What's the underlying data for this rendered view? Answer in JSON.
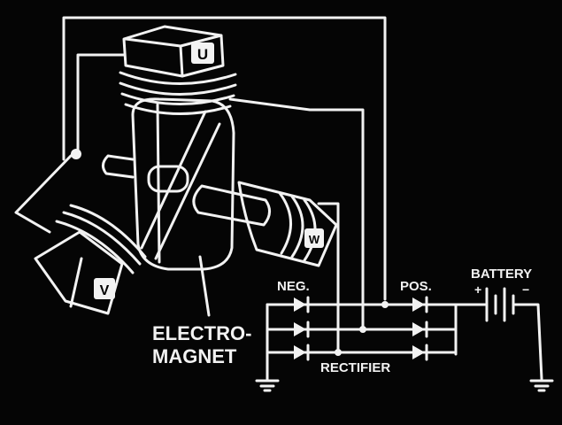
{
  "labels": {
    "coil_u": "U",
    "coil_v": "V",
    "coil_w": "W",
    "neg": "NEG.",
    "pos": "POS.",
    "battery": "BATTERY",
    "battery_plus": "+",
    "battery_minus": "−",
    "electro_line1": "ELECTRO-",
    "electro_line2": "MAGNET",
    "rectifier": "RECTIFIER"
  },
  "colors": {
    "background": "#050505",
    "ink": "#f2f2f2"
  }
}
